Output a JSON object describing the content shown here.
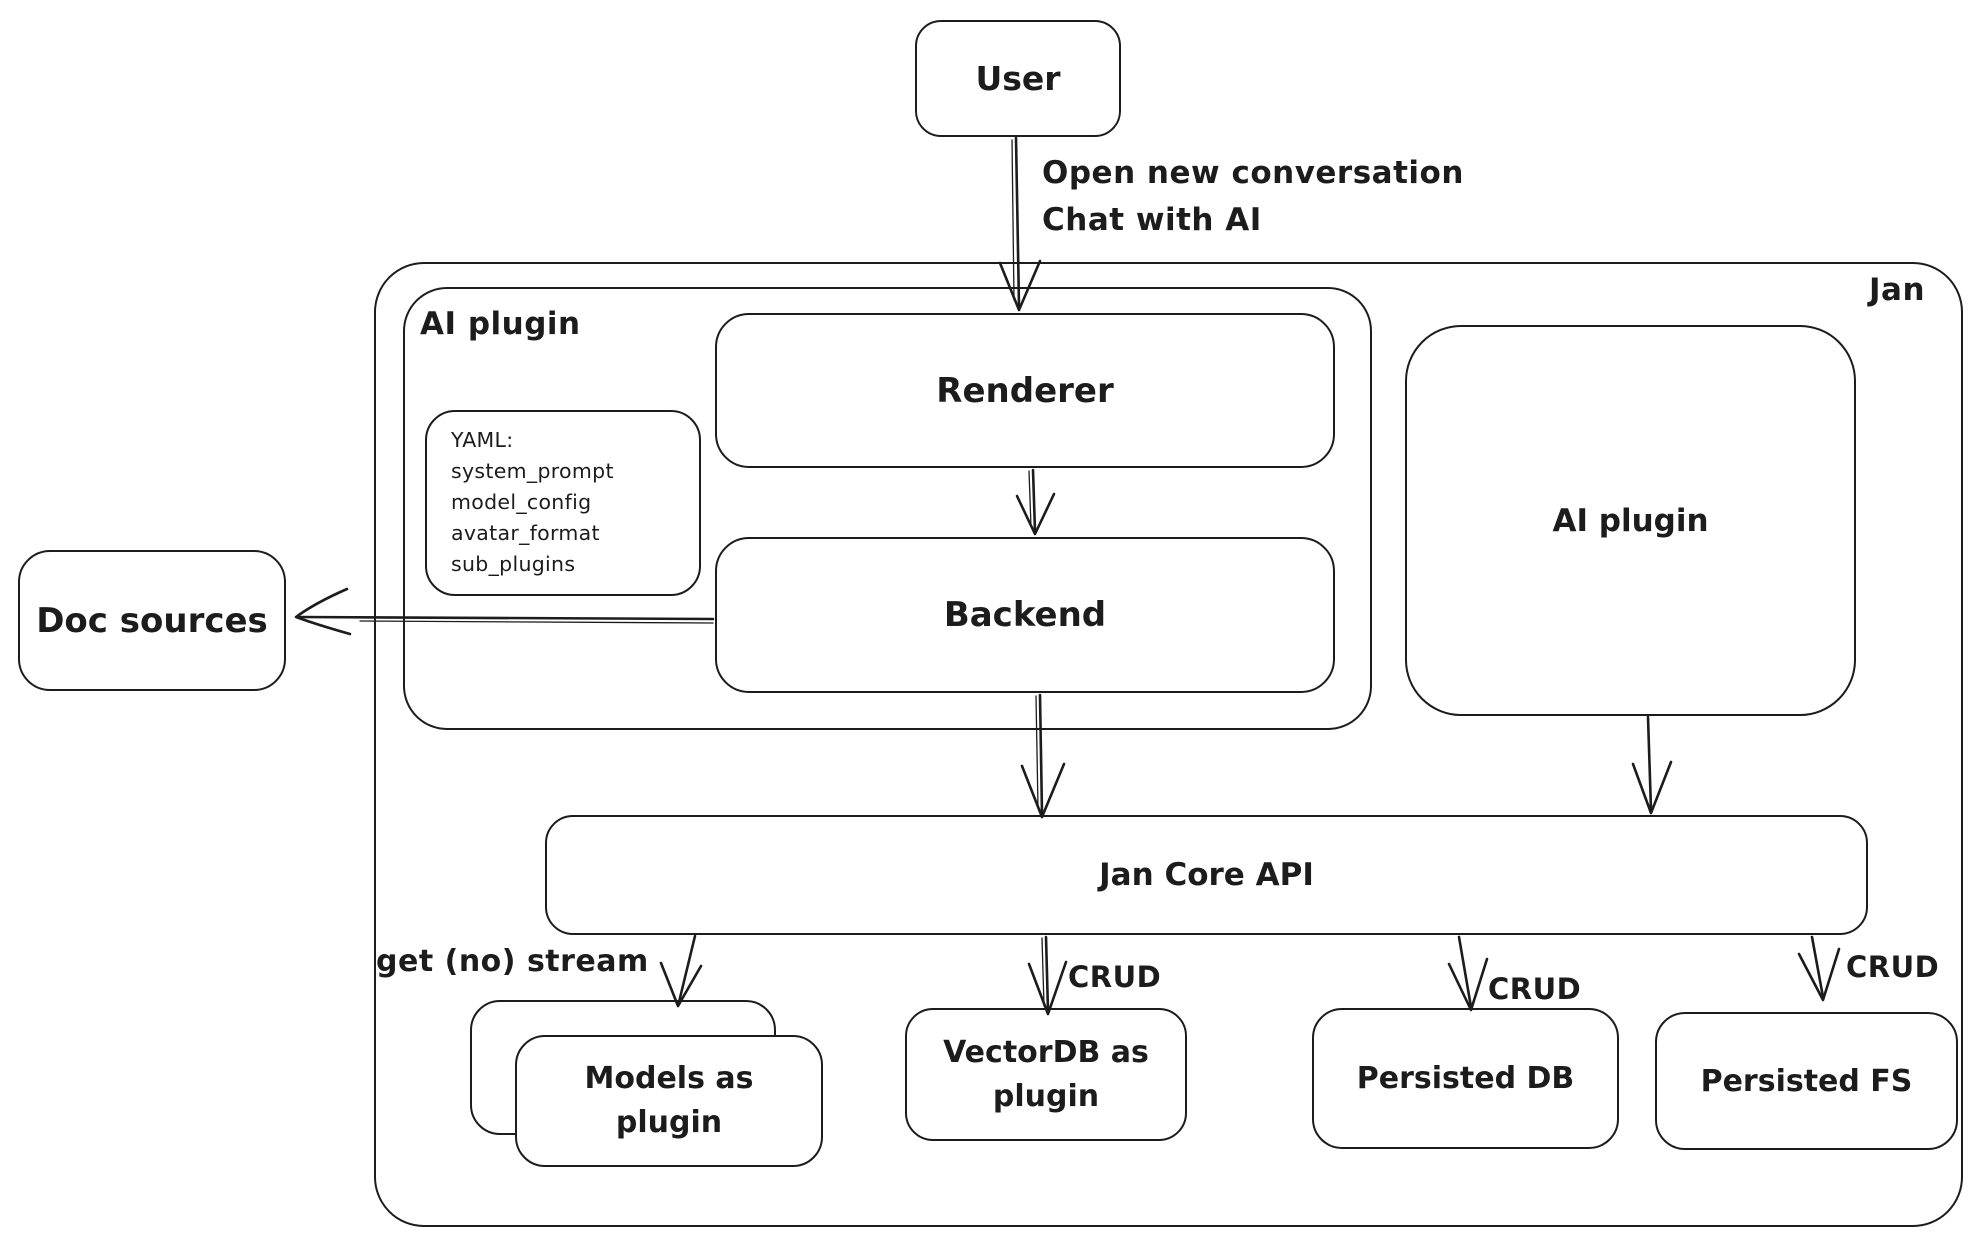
{
  "colors": {
    "stroke": "#1c1c1c",
    "background": "#ffffff"
  },
  "nodes": {
    "user": "User",
    "jan": "Jan",
    "ai_plugin_container": "AI plugin",
    "renderer": "Renderer",
    "backend": "Backend",
    "ai_plugin_right": "AI plugin",
    "doc_sources": "Doc sources",
    "jan_core_api": "Jan Core API",
    "models_as_plugin": "Models as plugin",
    "vectordb_as_plugin": "VectorDB as plugin",
    "persisted_db": "Persisted DB",
    "persisted_fs": "Persisted FS"
  },
  "yaml_note": {
    "title": "YAML:",
    "lines": [
      "system_prompt",
      "model_config",
      "avatar_format",
      "sub_plugins"
    ]
  },
  "edge_labels": {
    "user_flow_line1": "Open new conversation",
    "user_flow_line2": "Chat with AI",
    "get_no_stream": "get (no) stream",
    "crud": [
      "CRUD",
      "CRUD",
      "CRUD"
    ]
  }
}
